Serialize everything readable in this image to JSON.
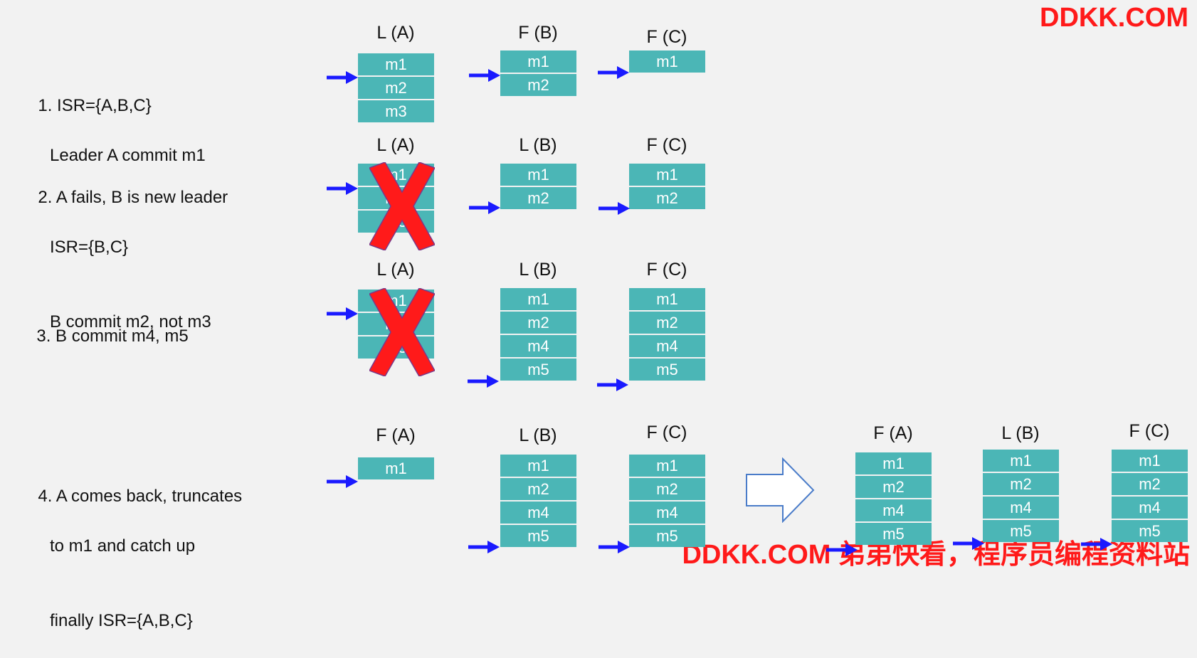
{
  "watermark_top": "DDKK.COM",
  "watermark_bottom": "DDKK.COM 弟弟快看，程序员编程资料站",
  "steps": [
    {
      "line1": "1. ISR={A,B,C}",
      "line2": "Leader A commit m1",
      "line3": ""
    },
    {
      "line1": "2. A fails, B is new leader",
      "line2": "ISR={B,C}",
      "line3": "B commit m2, not m3"
    },
    {
      "line1": "3. B commit m4, m5",
      "line2": "",
      "line3": ""
    },
    {
      "line1": "4. A comes back, truncates",
      "line2": "to m1 and catch up",
      "line3": "finally ISR={A,B,C}"
    }
  ],
  "rows": [
    {
      "replicas": [
        {
          "header": "L (A)",
          "messages": [
            "m1",
            "m2",
            "m3"
          ],
          "failed": false
        },
        {
          "header": "F (B)",
          "messages": [
            "m1",
            "m2"
          ],
          "failed": false
        },
        {
          "header": "F (C)",
          "messages": [
            "m1"
          ],
          "failed": false
        }
      ]
    },
    {
      "replicas": [
        {
          "header": "L (A)",
          "messages": [
            "m1",
            "m2",
            "m3"
          ],
          "failed": true
        },
        {
          "header": "L (B)",
          "messages": [
            "m1",
            "m2"
          ],
          "failed": false
        },
        {
          "header": "F (C)",
          "messages": [
            "m1",
            "m2"
          ],
          "failed": false
        }
      ]
    },
    {
      "replicas": [
        {
          "header": "L (A)",
          "messages": [
            "m1",
            "m2",
            "m3"
          ],
          "failed": true
        },
        {
          "header": "L (B)",
          "messages": [
            "m1",
            "m2",
            "m4",
            "m5"
          ],
          "failed": false
        },
        {
          "header": "F (C)",
          "messages": [
            "m1",
            "m2",
            "m4",
            "m5"
          ],
          "failed": false
        }
      ]
    },
    {
      "replicas": [
        {
          "header": "F (A)",
          "messages": [
            "m1"
          ],
          "failed": false
        },
        {
          "header": "L (B)",
          "messages": [
            "m1",
            "m2",
            "m4",
            "m5"
          ],
          "failed": false
        },
        {
          "header": "F (C)",
          "messages": [
            "m1",
            "m2",
            "m4",
            "m5"
          ],
          "failed": false
        }
      ],
      "result": [
        {
          "header": "F (A)",
          "messages": [
            "m1",
            "m2",
            "m4",
            "m5"
          ],
          "failed": false
        },
        {
          "header": "L (B)",
          "messages": [
            "m1",
            "m2",
            "m4",
            "m5"
          ],
          "failed": false
        },
        {
          "header": "F (C)",
          "messages": [
            "m1",
            "m2",
            "m4",
            "m5"
          ],
          "failed": false
        }
      ]
    }
  ],
  "colors": {
    "cell": "#4bb6b6",
    "arrow": "#1a1aff",
    "fail": "#ff1a1a",
    "watermark": "#ff1a1a"
  },
  "icons": {
    "pointer": "blue-right-arrow-icon",
    "failure": "red-x-icon",
    "transition": "outline-right-arrow-icon"
  }
}
